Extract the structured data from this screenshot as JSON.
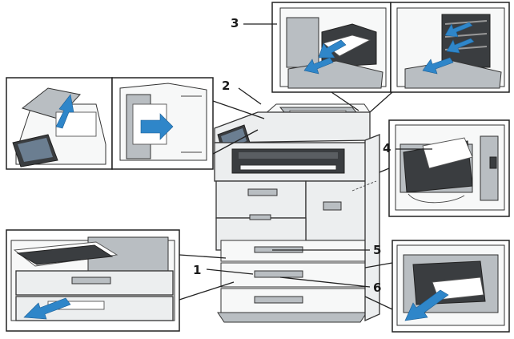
{
  "callouts": {
    "c1": "1",
    "c2": "2",
    "c3": "3",
    "c4": "4",
    "c5": "5",
    "c6": "6"
  },
  "colors": {
    "arrow": "#2f86c9",
    "printer_body": "#eceeef",
    "dark_parts": "#3a3d40",
    "outline": "#222222"
  }
}
